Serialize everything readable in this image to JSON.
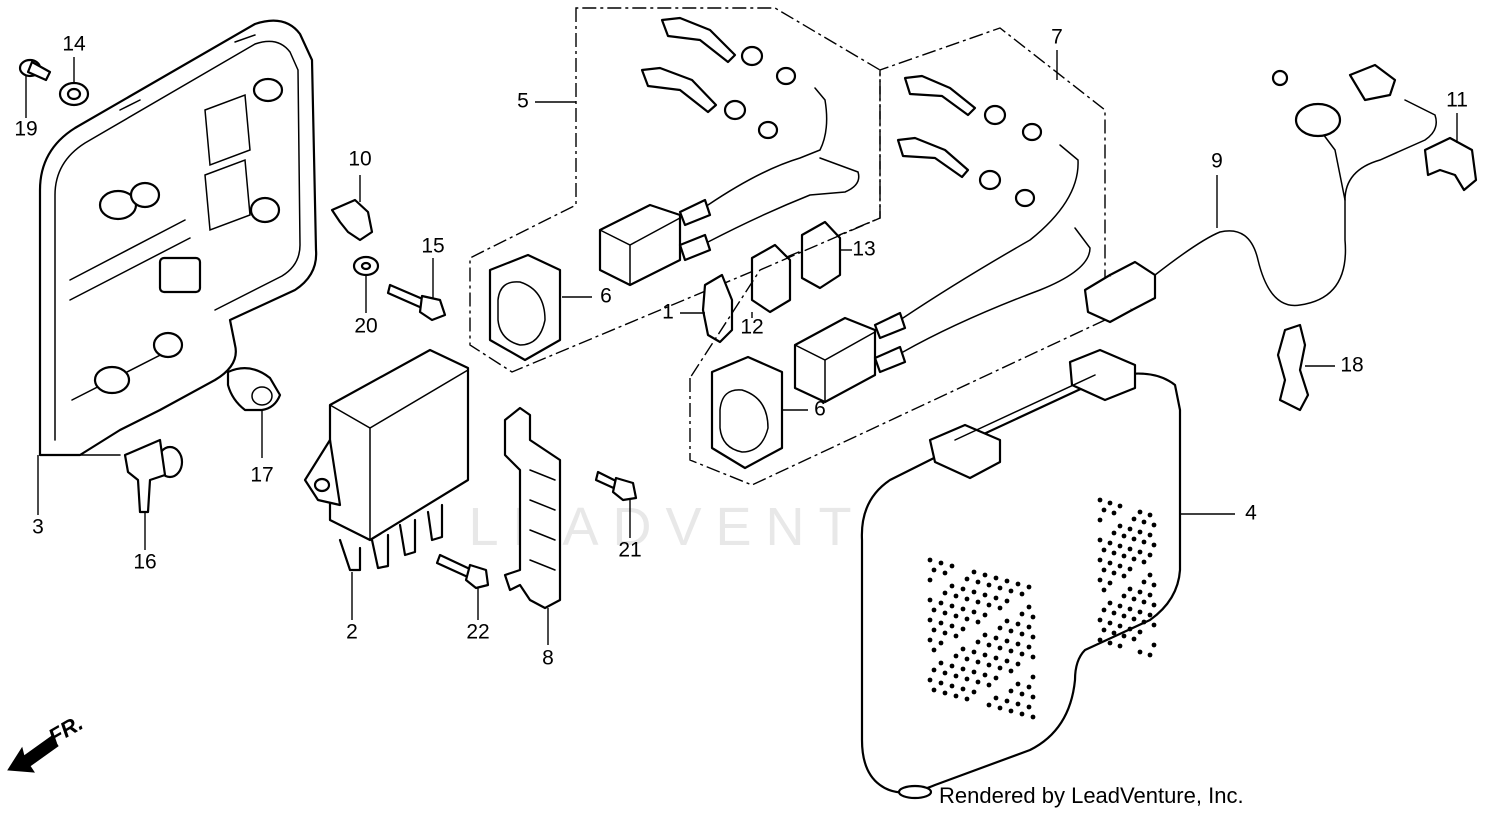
{
  "watermark": "LEADVENTURE",
  "credit": "Rendered by LeadVenture, Inc.",
  "direction_marker": "FR.",
  "callouts": {
    "c1": "1",
    "c2": "2",
    "c3": "3",
    "c4": "4",
    "c5": "5",
    "c6a": "6",
    "c6b": "6",
    "c7": "7",
    "c8": "8",
    "c9": "9",
    "c10": "10",
    "c11": "11",
    "c12": "12",
    "c13": "13",
    "c14": "14",
    "c15": "15",
    "c16": "16",
    "c17": "17",
    "c18": "18",
    "c19": "19",
    "c20": "20",
    "c21": "21",
    "c22": "22"
  }
}
